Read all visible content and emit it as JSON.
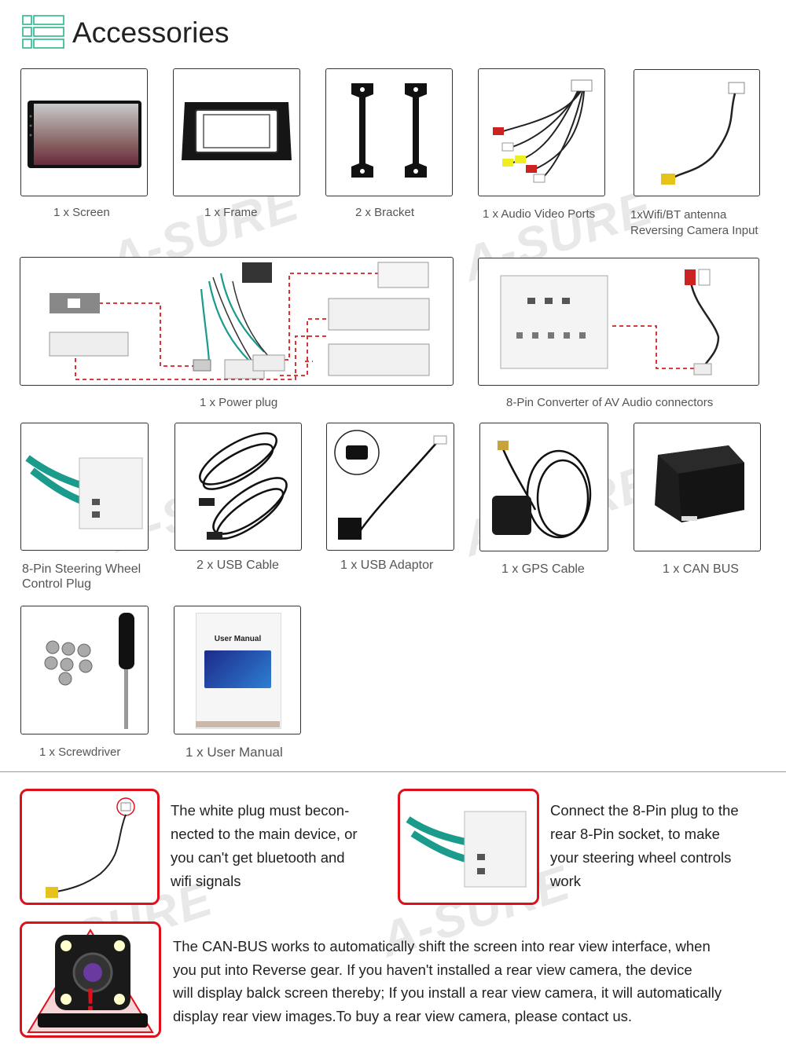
{
  "header": {
    "title": "Accessories",
    "icon": "list-icon"
  },
  "watermark": "A-SURE",
  "items": {
    "screen": "1 x Screen",
    "frame": "1 x Frame",
    "bracket": "2 x Bracket",
    "av_ports": "1 x Audio Video Ports",
    "wifi_line1": "1xWifi/BT antenna",
    "wifi_line2": "Reversing Camera Input",
    "power_plug": "1 x Power plug",
    "av_converter": "8-Pin Converter of AV Audio connectors",
    "steering_line1": "8-Pin Steering Wheel",
    "steering_line2": "Control Plug",
    "usb_cable": "2 x USB Cable",
    "usb_adaptor": "1 x USB Adaptor",
    "gps": "1 x GPS Cable",
    "canbus": "1 x CAN BUS",
    "screwdriver": "1 x Screwdriver",
    "manual": "1 x User Manual",
    "manual_cover": "User Manual"
  },
  "notes": {
    "wifi_plug": "The white plug must becon-\nnected to the main device, or\nyou can't get bluetooth and\nwifi signals",
    "steering_plug": "Connect the 8-Pin plug to the\nrear 8-Pin socket, to make\nyour steering wheel controls\nwork",
    "canbus": "The CAN-BUS works to automatically shift the screen into rear view interface, when\nyou put into Reverse gear. If you haven't installed a rear view camera, the device\nwill display balck screen thereby; If you install a rear view camera, it will automatically\ndisplay rear view images.To buy a rear view camera, please contact us."
  },
  "colors": {
    "accent": "#2bb58a",
    "highlight": "#e0101a",
    "cable": "#1a9b8c",
    "dashed": "#d42020"
  }
}
